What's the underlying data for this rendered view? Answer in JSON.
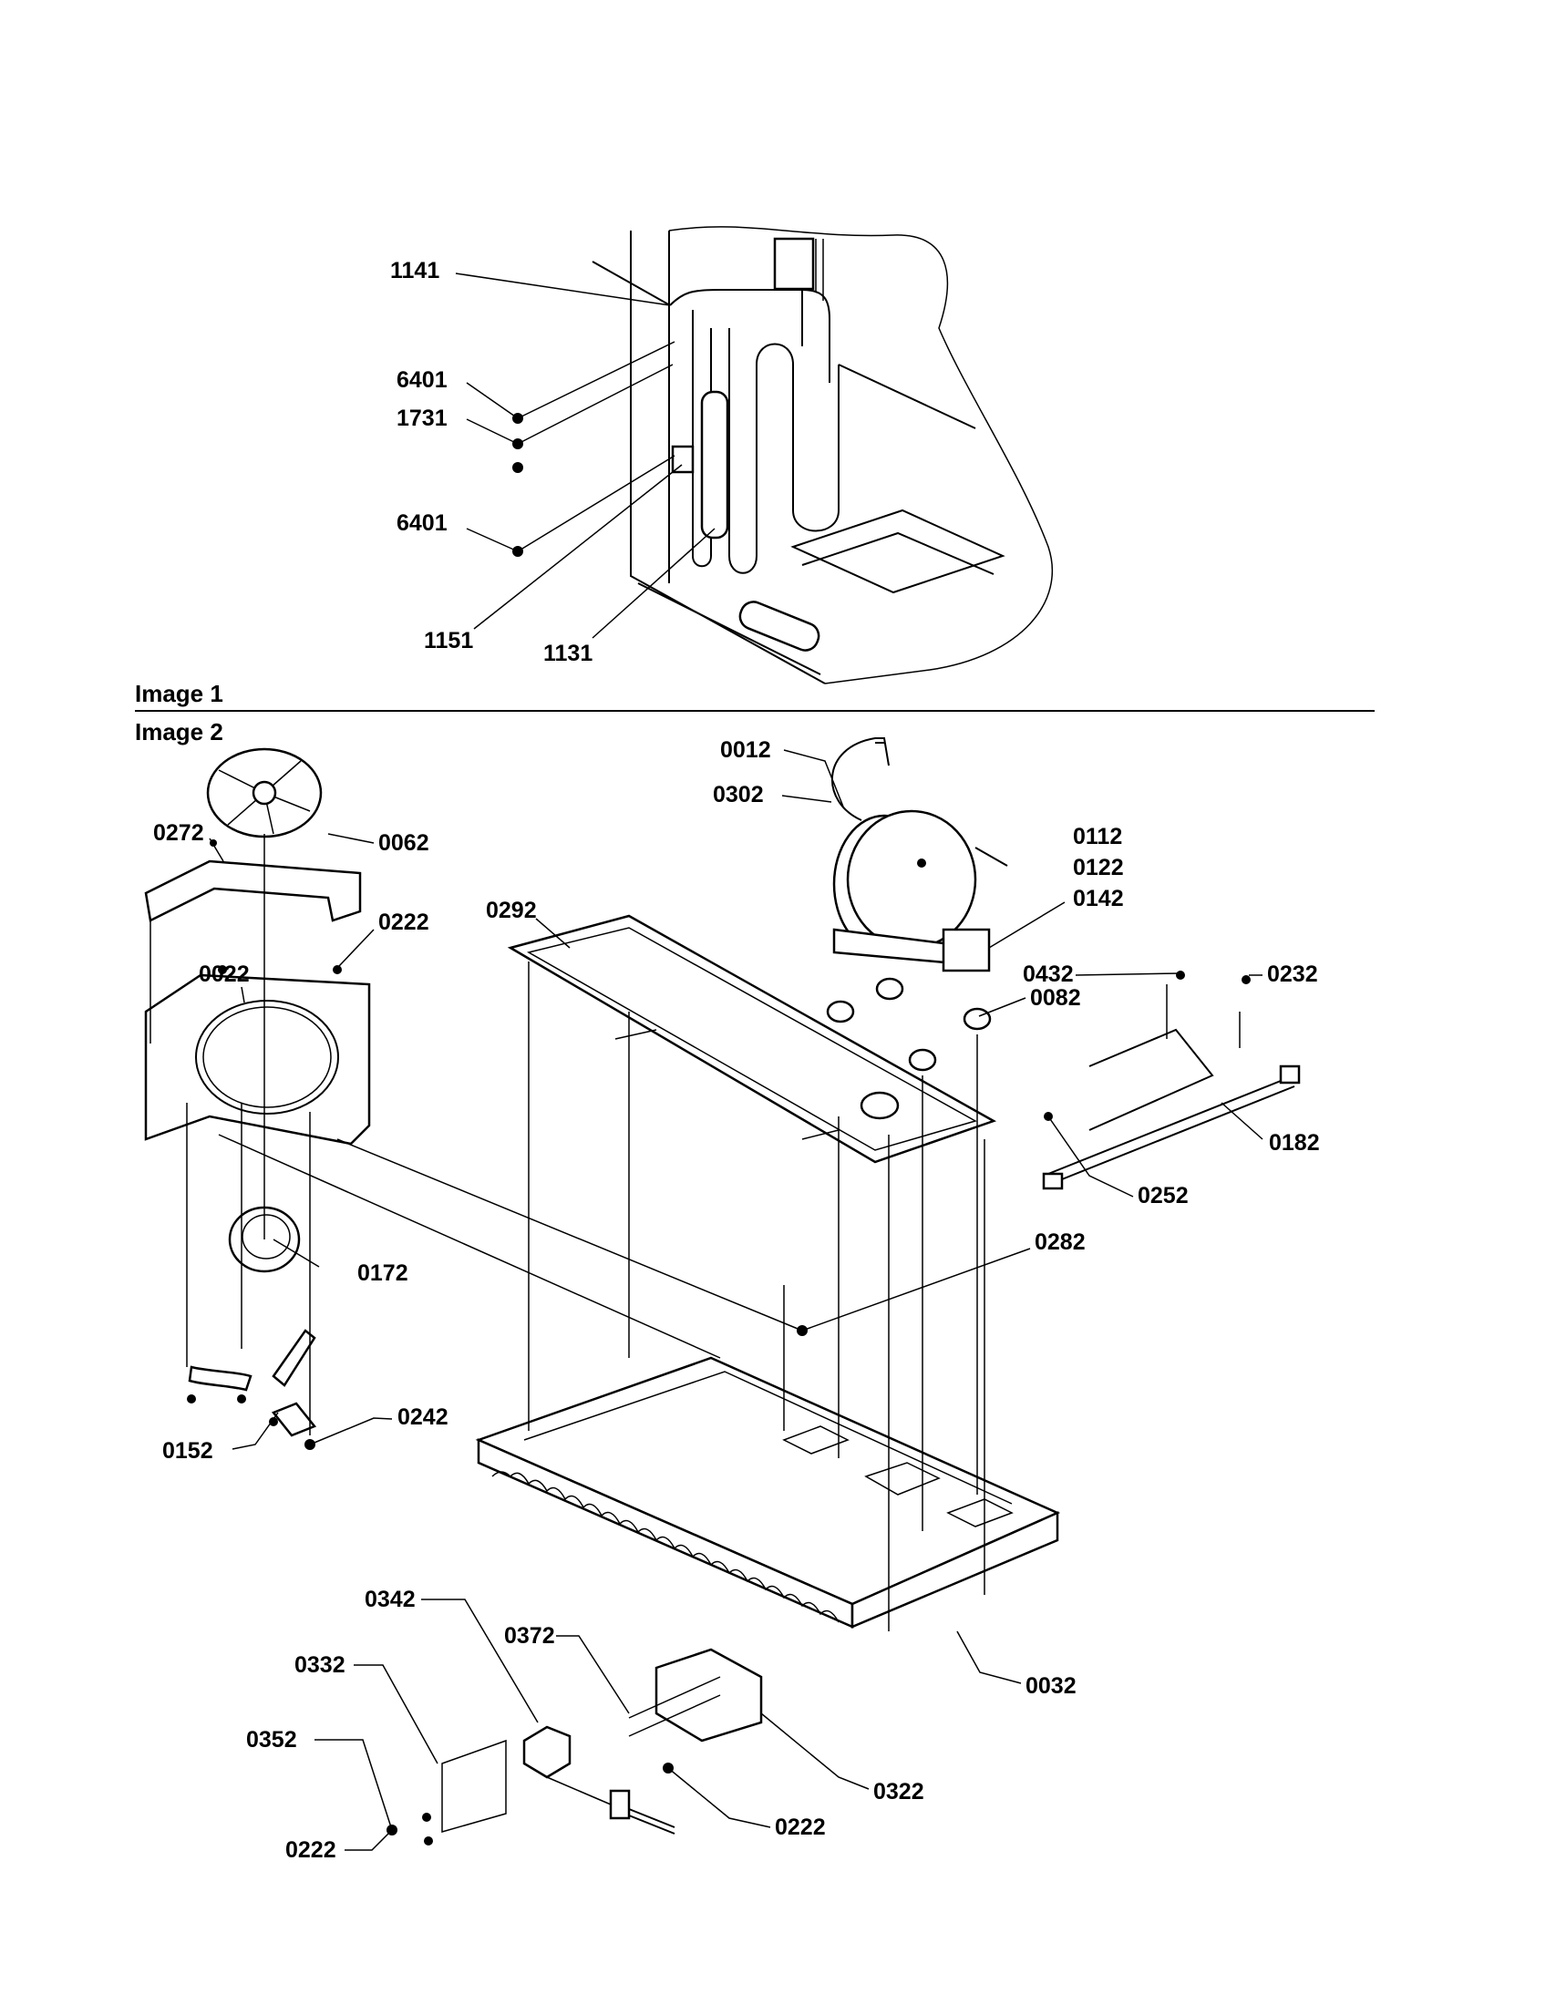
{
  "sections": {
    "image1": "Image 1",
    "image2": "Image 2"
  },
  "callouts": {
    "c1141": "1141",
    "c6401a": "6401",
    "c1731": "1731",
    "c6401b": "6401",
    "c1151": "1151",
    "c1131": "1131",
    "c0012": "0012",
    "c0302": "0302",
    "c0112": "0112",
    "c0122": "0122",
    "c0142": "0142",
    "c0272": "0272",
    "c0062": "0062",
    "c0222a": "0222",
    "c0292": "0292",
    "c0022": "0022",
    "c0432": "0432",
    "c0232": "0232",
    "c0082": "0082",
    "c0182": "0182",
    "c0252": "0252",
    "c0172": "0172",
    "c0282": "0282",
    "c0242": "0242",
    "c0152": "0152",
    "c0342": "0342",
    "c0372": "0372",
    "c0332": "0332",
    "c0032": "0032",
    "c0352": "0352",
    "c0322": "0322",
    "c0222b": "0222",
    "c0222c": "0222"
  }
}
